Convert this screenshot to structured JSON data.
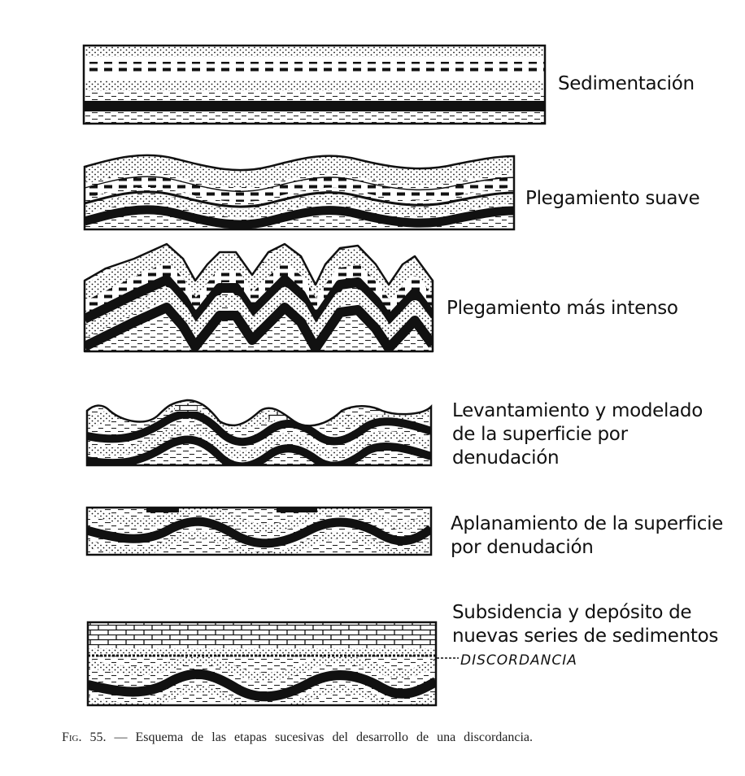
{
  "stages": [
    {
      "id": "sedimentacion",
      "label": "Sedimentación"
    },
    {
      "id": "plegamiento-suave",
      "label": "Plegamiento suave"
    },
    {
      "id": "plegamiento-intenso",
      "label": "Plegamiento más intenso"
    },
    {
      "id": "levantamiento",
      "label_lines": [
        "Levantamiento y modelado",
        "de la superficie por",
        "denudación"
      ]
    },
    {
      "id": "aplanamiento",
      "label_lines": [
        "Aplanamiento de la superficie",
        "por denudación"
      ]
    },
    {
      "id": "subsidencia",
      "label_lines": [
        "Subsidencia y depósito de",
        "nuevas series de sedimentos"
      ]
    }
  ],
  "discordance_label": "DISCORDANCIA",
  "caption": {
    "fig": "Fig. 55.",
    "text": "— Esquema de las etapas sucesivas del desarrollo de una discordancia."
  }
}
